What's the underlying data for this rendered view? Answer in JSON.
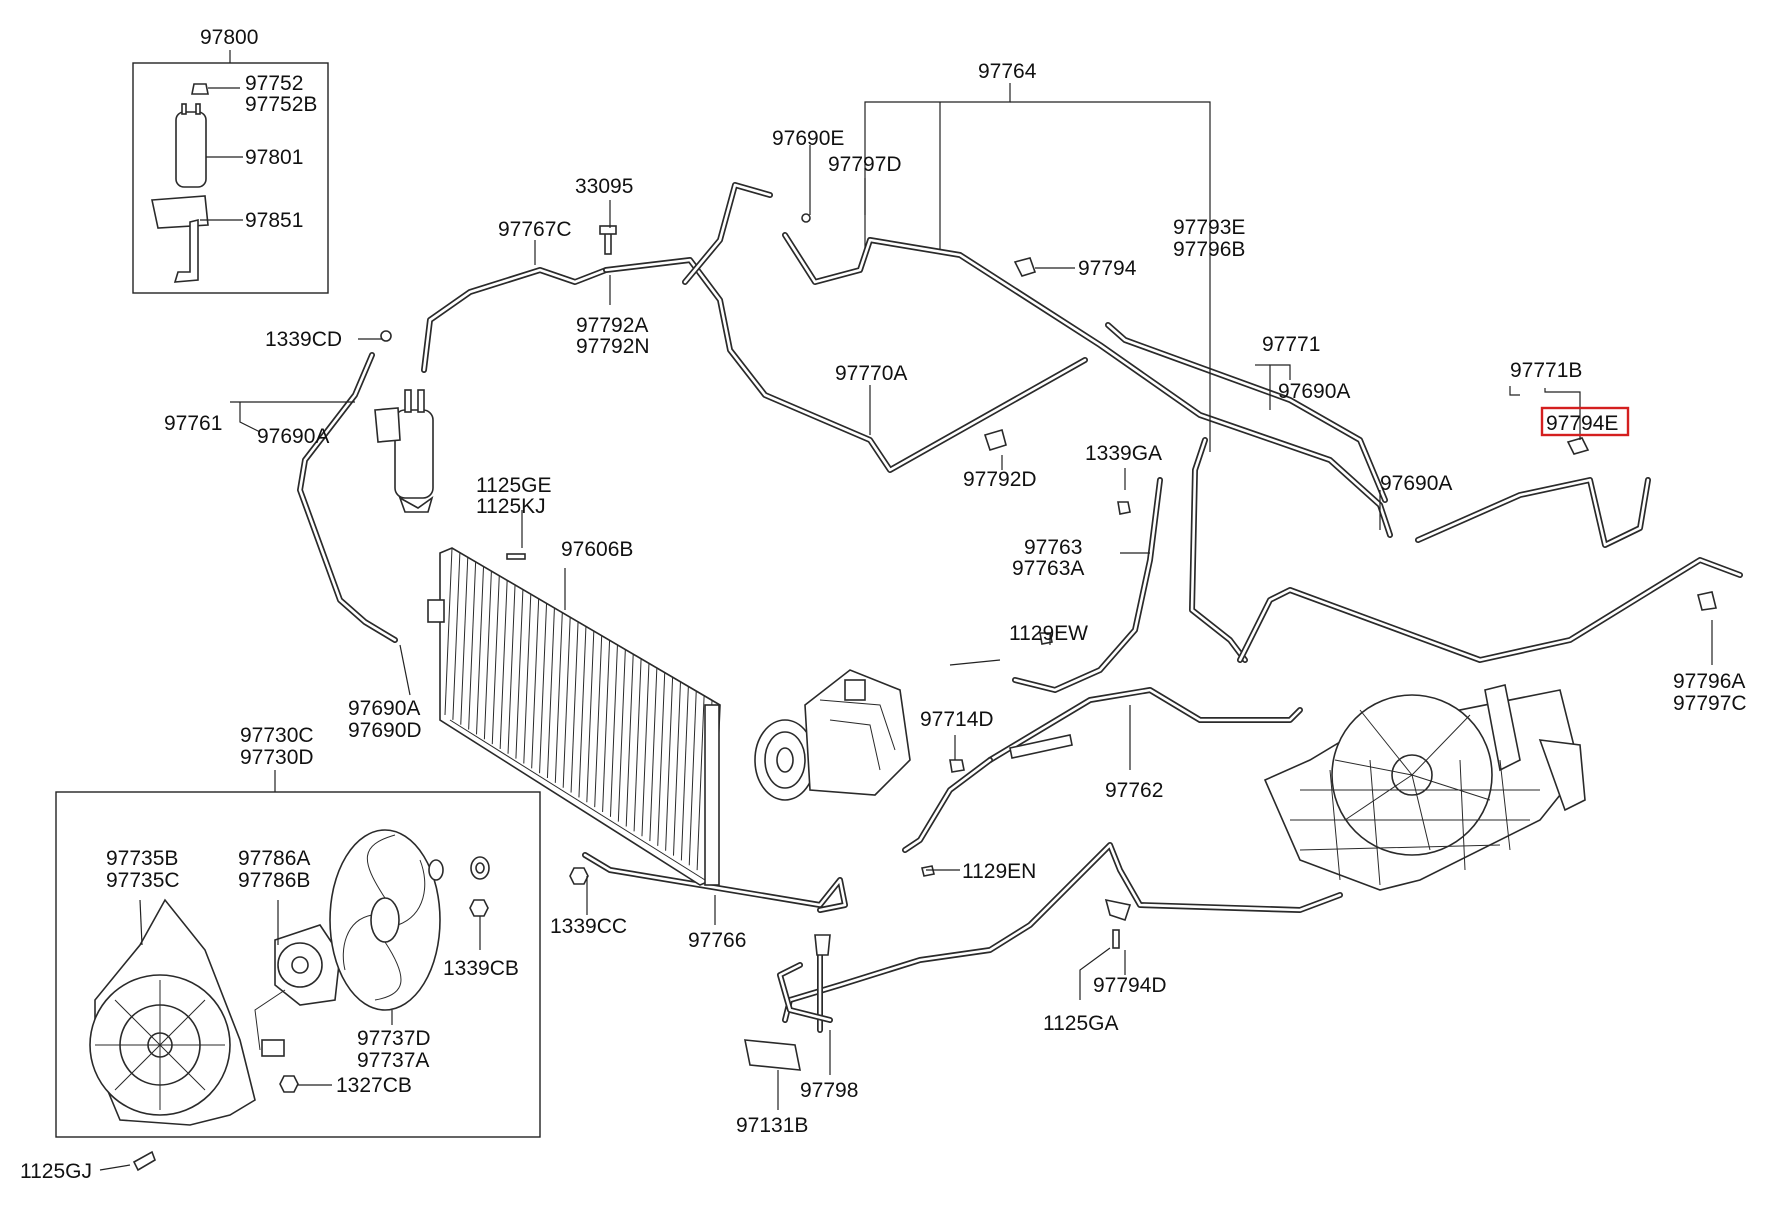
{
  "diagram": {
    "highlight_color": "#d41f1f",
    "labels": {
      "p97800": "97800",
      "p97752": "97752",
      "p97752B": "97752B",
      "p97801": "97801",
      "p97851": "97851",
      "p97764": "97764",
      "p97690E": "97690E",
      "p97797D": "97797D",
      "p33095": "33095",
      "p97767C": "97767C",
      "p97792A": "97792A",
      "p97792N": "97792N",
      "p97794": "97794",
      "p97793E": "97793E",
      "p97796B": "97796B",
      "p1339CD": "1339CD",
      "p97761": "97761",
      "p97690A_1": "97690A",
      "p97770A": "97770A",
      "p97792D": "97792D",
      "p97771": "97771",
      "p97690A_2": "97690A",
      "p97771B": "97771B",
      "p97794E": "97794E",
      "p1339GA": "1339GA",
      "p97690A_3": "97690A",
      "p1125GE": "1125GE",
      "p1125KJ": "1125KJ",
      "p97606B": "97606B",
      "p97763": "97763",
      "p97763A": "97763A",
      "p1129EW": "1129EW",
      "p97796A": "97796A",
      "p97797C": "97797C",
      "p97690A_4": "97690A",
      "p97690D": "97690D",
      "p97714D": "97714D",
      "p97762": "97762",
      "p97730C": "97730C",
      "p97730D": "97730D",
      "p97735B": "97735B",
      "p97735C": "97735C",
      "p97786A": "97786A",
      "p97786B": "97786B",
      "p1129EN": "1129EN",
      "p1339CC": "1339CC",
      "p97766": "97766",
      "p1339CB": "1339CB",
      "p97794D": "97794D",
      "p97737D": "97737D",
      "p97737A": "97737A",
      "p1125GA": "1125GA",
      "p1327CB": "1327CB",
      "p97798": "97798",
      "p97131B": "97131B",
      "p1125GJ": "1125GJ"
    }
  }
}
